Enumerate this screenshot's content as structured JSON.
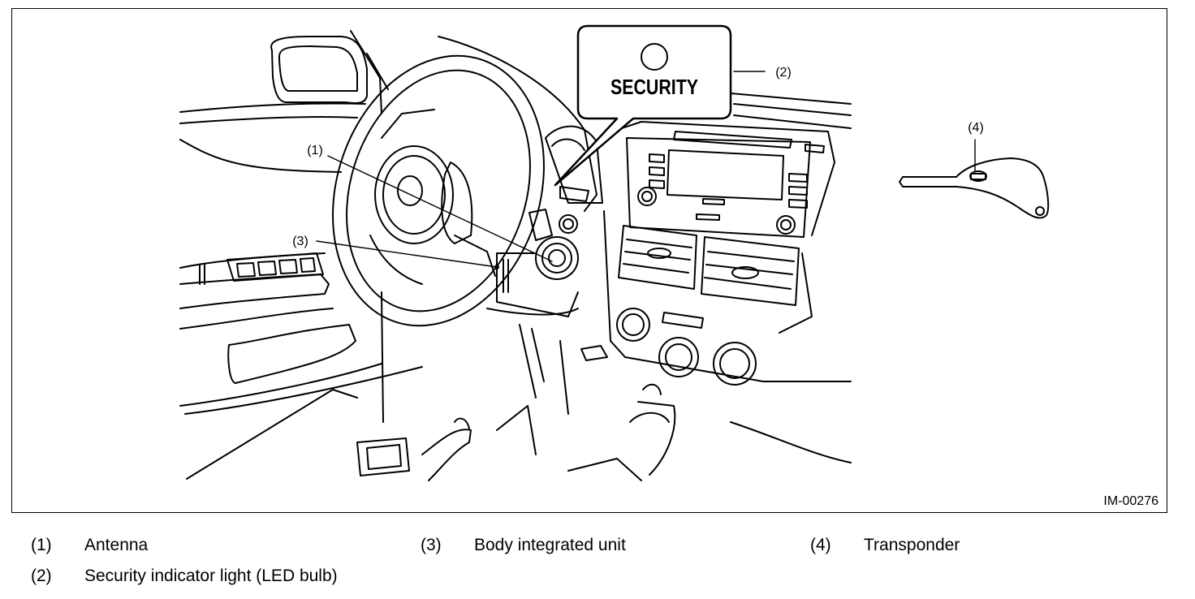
{
  "figure": {
    "id": "IM-00276",
    "badge_text": "SECURITY",
    "callouts": {
      "c1": "(1)",
      "c2": "(2)",
      "c3": "(3)",
      "c4": "(4)"
    }
  },
  "legend": [
    {
      "num": "(1)",
      "text": "Antenna"
    },
    {
      "num": "(2)",
      "text": "Security indicator light (LED bulb)"
    },
    {
      "num": "(3)",
      "text": "Body integrated unit"
    },
    {
      "num": "(4)",
      "text": "Transponder"
    }
  ],
  "colors": {
    "line": "#000000",
    "background": "#ffffff"
  }
}
